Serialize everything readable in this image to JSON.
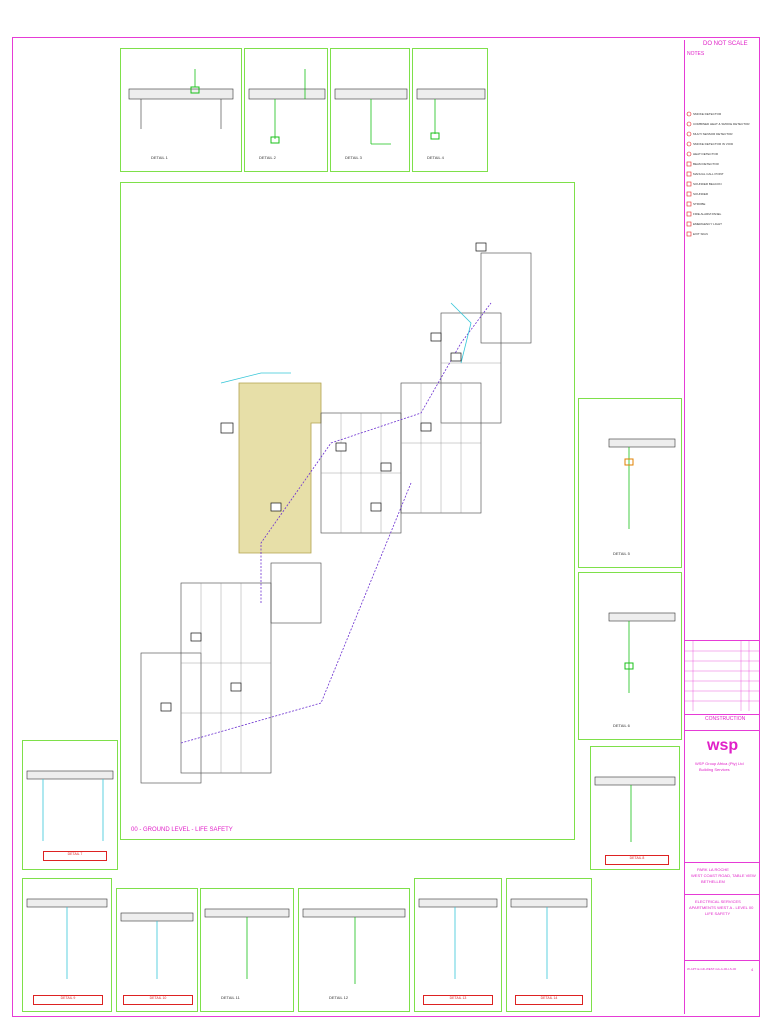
{
  "title_block": {
    "do_not_scale": "DO NOT SCALE",
    "notes_heading": "NOTES",
    "status": "CONSTRUCTION",
    "company_logo": "wsp",
    "company_name": "WSP Group Africa (Pty) Ltd",
    "company_sub": "Building Services",
    "project_lines": [
      "PARK LA ROCHE",
      "WEST COAST ROAD, TABLE VIEW",
      "BETHELLEM"
    ],
    "drawing_lines": [
      "ELECTRICAL SERVICES",
      "APARTMENTS WEST A - LEVEL 00",
      "LIFE SAFETY"
    ],
    "drawing_number": "W-APT-E-GD-WEST-GA-A-00-LS-00",
    "revision": "4"
  },
  "plan_label": "00 - GROUND LEVEL - LIFE SAFETY",
  "details": [
    {
      "id": "d1",
      "caption": "DETAIL 1"
    },
    {
      "id": "d2",
      "caption": "DETAIL 2"
    },
    {
      "id": "d3",
      "caption": "DETAIL 3"
    },
    {
      "id": "d4",
      "caption": "DETAIL 4"
    },
    {
      "id": "d5",
      "caption": "DETAIL 5"
    },
    {
      "id": "d6",
      "caption": "DETAIL 6"
    },
    {
      "id": "d7",
      "caption": "DETAIL 7"
    },
    {
      "id": "d8",
      "caption": "DETAIL 8"
    },
    {
      "id": "d9",
      "caption": "DETAIL 9"
    },
    {
      "id": "d10",
      "caption": "DETAIL 10"
    },
    {
      "id": "d11",
      "caption": "DETAIL 11"
    },
    {
      "id": "d12",
      "caption": "DETAIL 12"
    },
    {
      "id": "d13",
      "caption": "DETAIL 13"
    },
    {
      "id": "d14",
      "caption": "DETAIL 14"
    }
  ],
  "legend": [
    "SMOKE DETECTOR",
    "COMBINED HEAT & SMOKE DETECTOR",
    "MULTI SENSOR DETECTOR",
    "SMOKE DETECTOR IN VOID",
    "HEAT DETECTOR",
    "BEAM DETECTOR",
    "MANUAL CALL POINT",
    "SOUNDER BEACON",
    "SOUNDER",
    "STROBE",
    "FIRE ALARM PANEL",
    "EMERGENCY LIGHT",
    "EXIT SIGN"
  ],
  "colors": {
    "border": "#e63bd6",
    "detail_frame": "#7ee04a",
    "core_zone": "#c9bb6a",
    "circuit": "#6b2fd0",
    "cyan": "#36c6d8"
  }
}
